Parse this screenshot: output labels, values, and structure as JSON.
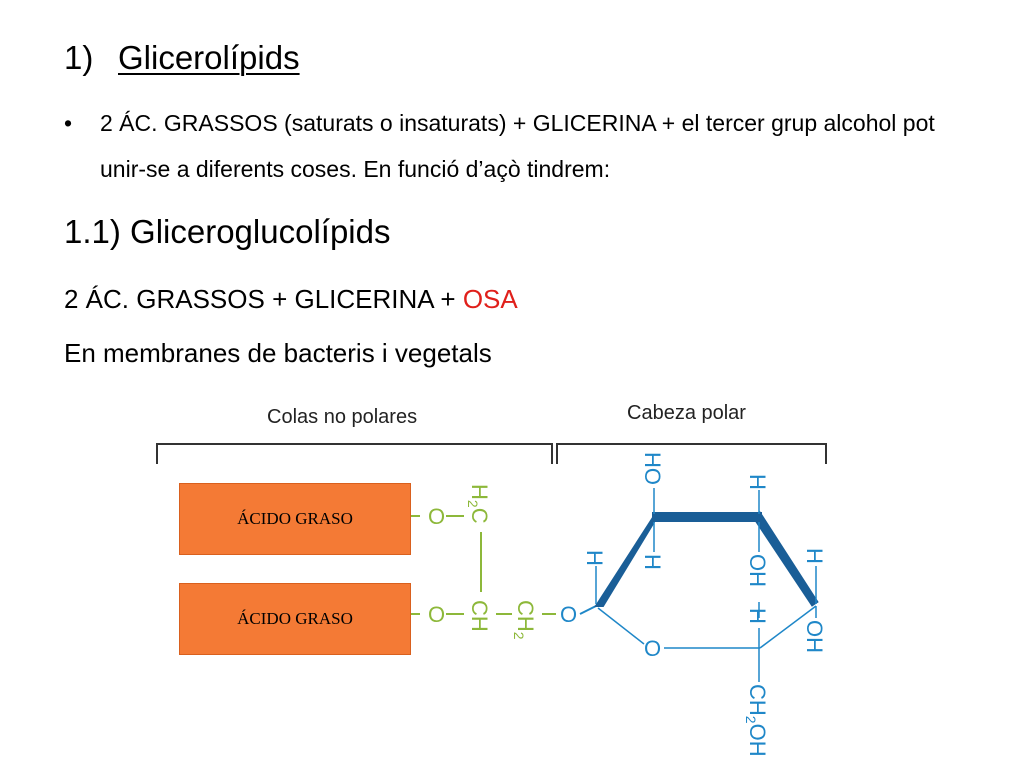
{
  "heading": {
    "number": "1)",
    "title": "Glicerolípids"
  },
  "bullet": {
    "text": "2 ÁC. GRASSOS (saturats o insaturats) + GLICERINA + el tercer grup alcohol pot unir-se a diferents coses. En funció d’açò tindrem:"
  },
  "subheading": "1.1) Gliceroglucolípids",
  "formula": {
    "prefix": "2 ÁC. GRASSOS + GLICERINA + ",
    "highlight": "OSA"
  },
  "note": "En membranes de bacteris i vegetals",
  "diagram": {
    "label_tails": "Colas no polares",
    "label_head": "Cabeza polar",
    "acid1": "ÁCIDO GRASO",
    "acid2": "ÁCIDO GRASO",
    "colors": {
      "glycerol": "#8db83a",
      "sugar": "#1f87c8",
      "ring_bold": "#1a5e97",
      "acid_box": "#f47a35",
      "highlight": "#e0201b"
    }
  }
}
